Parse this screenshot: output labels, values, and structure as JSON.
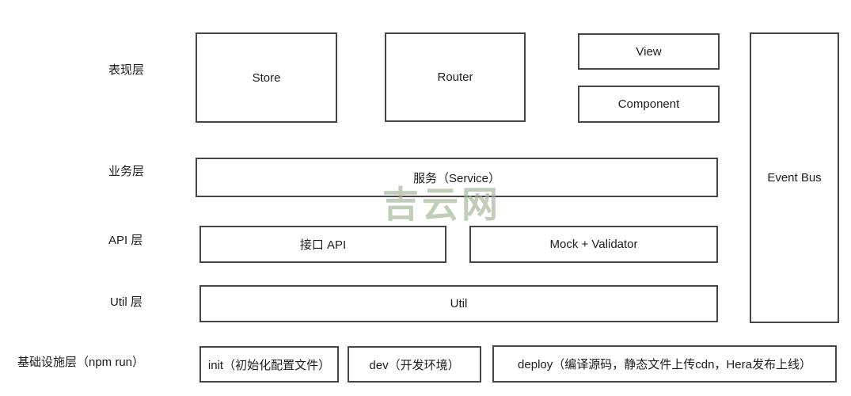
{
  "diagram": {
    "layer_labels": [
      {
        "label": "表现层"
      },
      {
        "label": "业务层"
      },
      {
        "label": "API 层"
      },
      {
        "label": "Util 层"
      },
      {
        "label": "基础设施层（npm run）"
      }
    ],
    "boxes": {
      "store": {
        "label": "Store"
      },
      "router": {
        "label": "Router"
      },
      "view": {
        "label": "View"
      },
      "component": {
        "label": "Component"
      },
      "service": {
        "label": "服务（Service）"
      },
      "event_bus": {
        "label": "Event Bus"
      },
      "api": {
        "label": "接口 API"
      },
      "mock": {
        "label": "Mock + Validator"
      },
      "util": {
        "label": "Util"
      },
      "init": {
        "label": "init（初始化配置文件）"
      },
      "dev": {
        "label": "dev（开发环境）"
      },
      "deploy": {
        "label": "deploy（编译源码，静态文件上传cdn，Hera发布上线）"
      }
    },
    "watermark": {
      "text": "吉云网",
      "color": "#9eb292"
    }
  },
  "colors": {
    "background": "#ffffff",
    "box_border": "#454545",
    "text": "#1c1c1c"
  }
}
